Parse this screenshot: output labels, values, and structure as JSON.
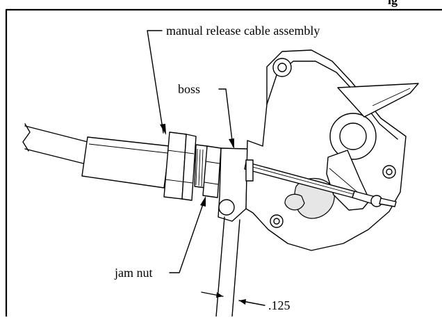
{
  "figure": {
    "caption_fragment": "ig",
    "labels": {
      "manual_release_cable_assembly": "manual release cable assembly",
      "boss": "boss",
      "jam_nut": "jam nut",
      "dimension": ".125"
    }
  }
}
